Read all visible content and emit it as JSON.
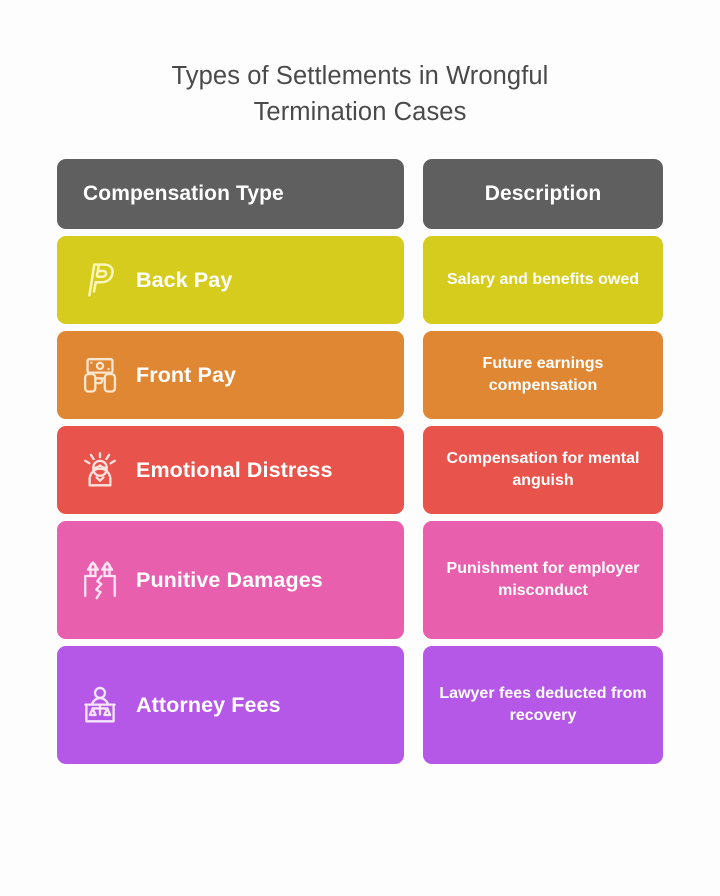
{
  "title": "Types of Settlements in Wrongful Termination Cases",
  "theme": {
    "background": "#fdfdfd",
    "title_color": "#4a4a4a",
    "header_background": "#5f5f5f",
    "cell_text_color": "#ffffff"
  },
  "table": {
    "headers": {
      "compensation_type": "Compensation Type",
      "description": "Description"
    },
    "rows": [
      {
        "type": "Back Pay",
        "description": "Salary and benefits owed",
        "color": "#d6cc1e",
        "icon": "paypal-p-icon",
        "tall": false
      },
      {
        "type": "Front Pay",
        "description": "Future earnings compensation",
        "color": "#e08733",
        "icon": "money-exchange-hands-icon",
        "tall": false
      },
      {
        "type": "Emotional Distress",
        "description": "Compensation for mental anguish",
        "color": "#e8544c",
        "icon": "stressed-person-icon",
        "tall": false
      },
      {
        "type": "Punitive Damages",
        "description": "Punishment for employer misconduct",
        "color": "#e85fae",
        "icon": "torn-contract-icon",
        "tall": true
      },
      {
        "type": "Attorney Fees",
        "description": "Lawyer fees deducted from recovery",
        "color": "#b558e8",
        "icon": "judge-scales-icon",
        "tall": true
      }
    ]
  }
}
